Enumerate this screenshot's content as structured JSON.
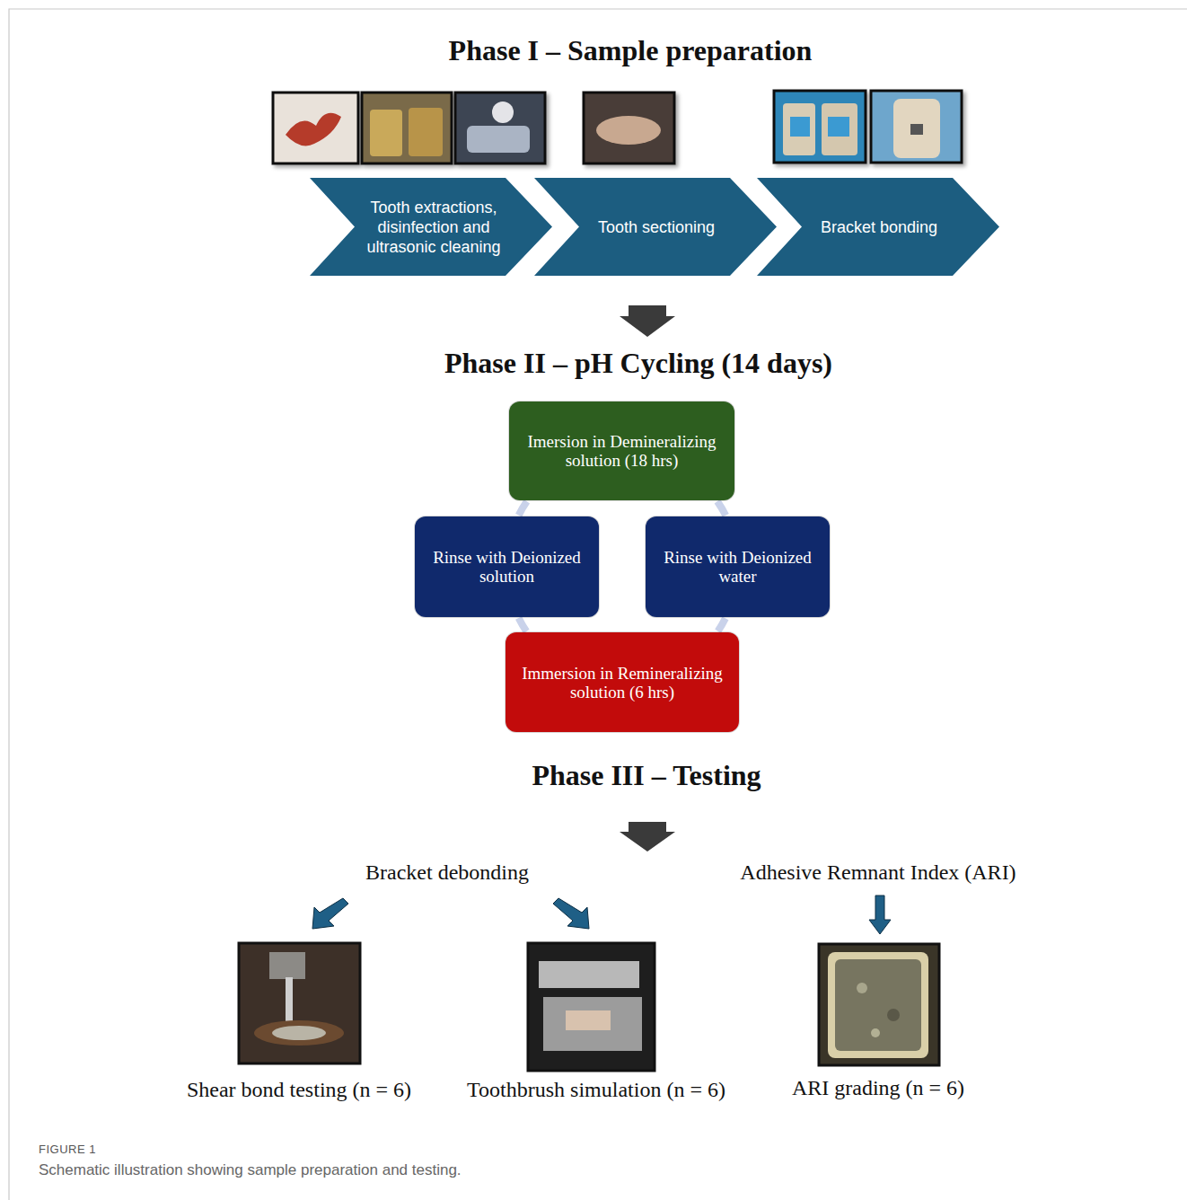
{
  "diagram": {
    "caption": "Schematic illustration showing sample preparation and testing.",
    "nodes": [
      {
        "text": [
          "Tooth extractions, disinfection and ultrasonic cleaning"
        ]
      },
      {
        "text": [
          "Tooth sectioning"
        ]
      },
      {
        "text": [
          "Bracket bonding"
        ]
      },
      {
        "text": [
          "Imersion in Demineralizing solution (18 hrs)"
        ]
      },
      {
        "text": [
          "Rinse with Deionized solution"
        ]
      },
      {
        "text": [
          "Rinse with Deionized water"
        ]
      },
      {
        "text": [
          "Immersion in Remineralizing solution (6 hrs)"
        ]
      }
    ],
    "edges": [
      {
        "from": 3,
        "to": 5,
        "arrow": "none"
      },
      {
        "from": 5,
        "to": 6,
        "arrow": "none"
      },
      {
        "from": 6,
        "to": 4,
        "arrow": "none"
      },
      {
        "from": 4,
        "to": 3,
        "arrow": "none"
      }
    ],
    "labels": [
      "Phase I – Sample preparation",
      "Phase II – pH Cycling (14 days)",
      "Phase III – Testing",
      "Bracket debonding",
      "Adhesive Remnant Index (ARI)",
      "Shear bond testing (n = 6)",
      "Toothbrush simulation (n = 6)",
      "ARI grading (n = 6)",
      "FIGURE 1"
    ]
  }
}
